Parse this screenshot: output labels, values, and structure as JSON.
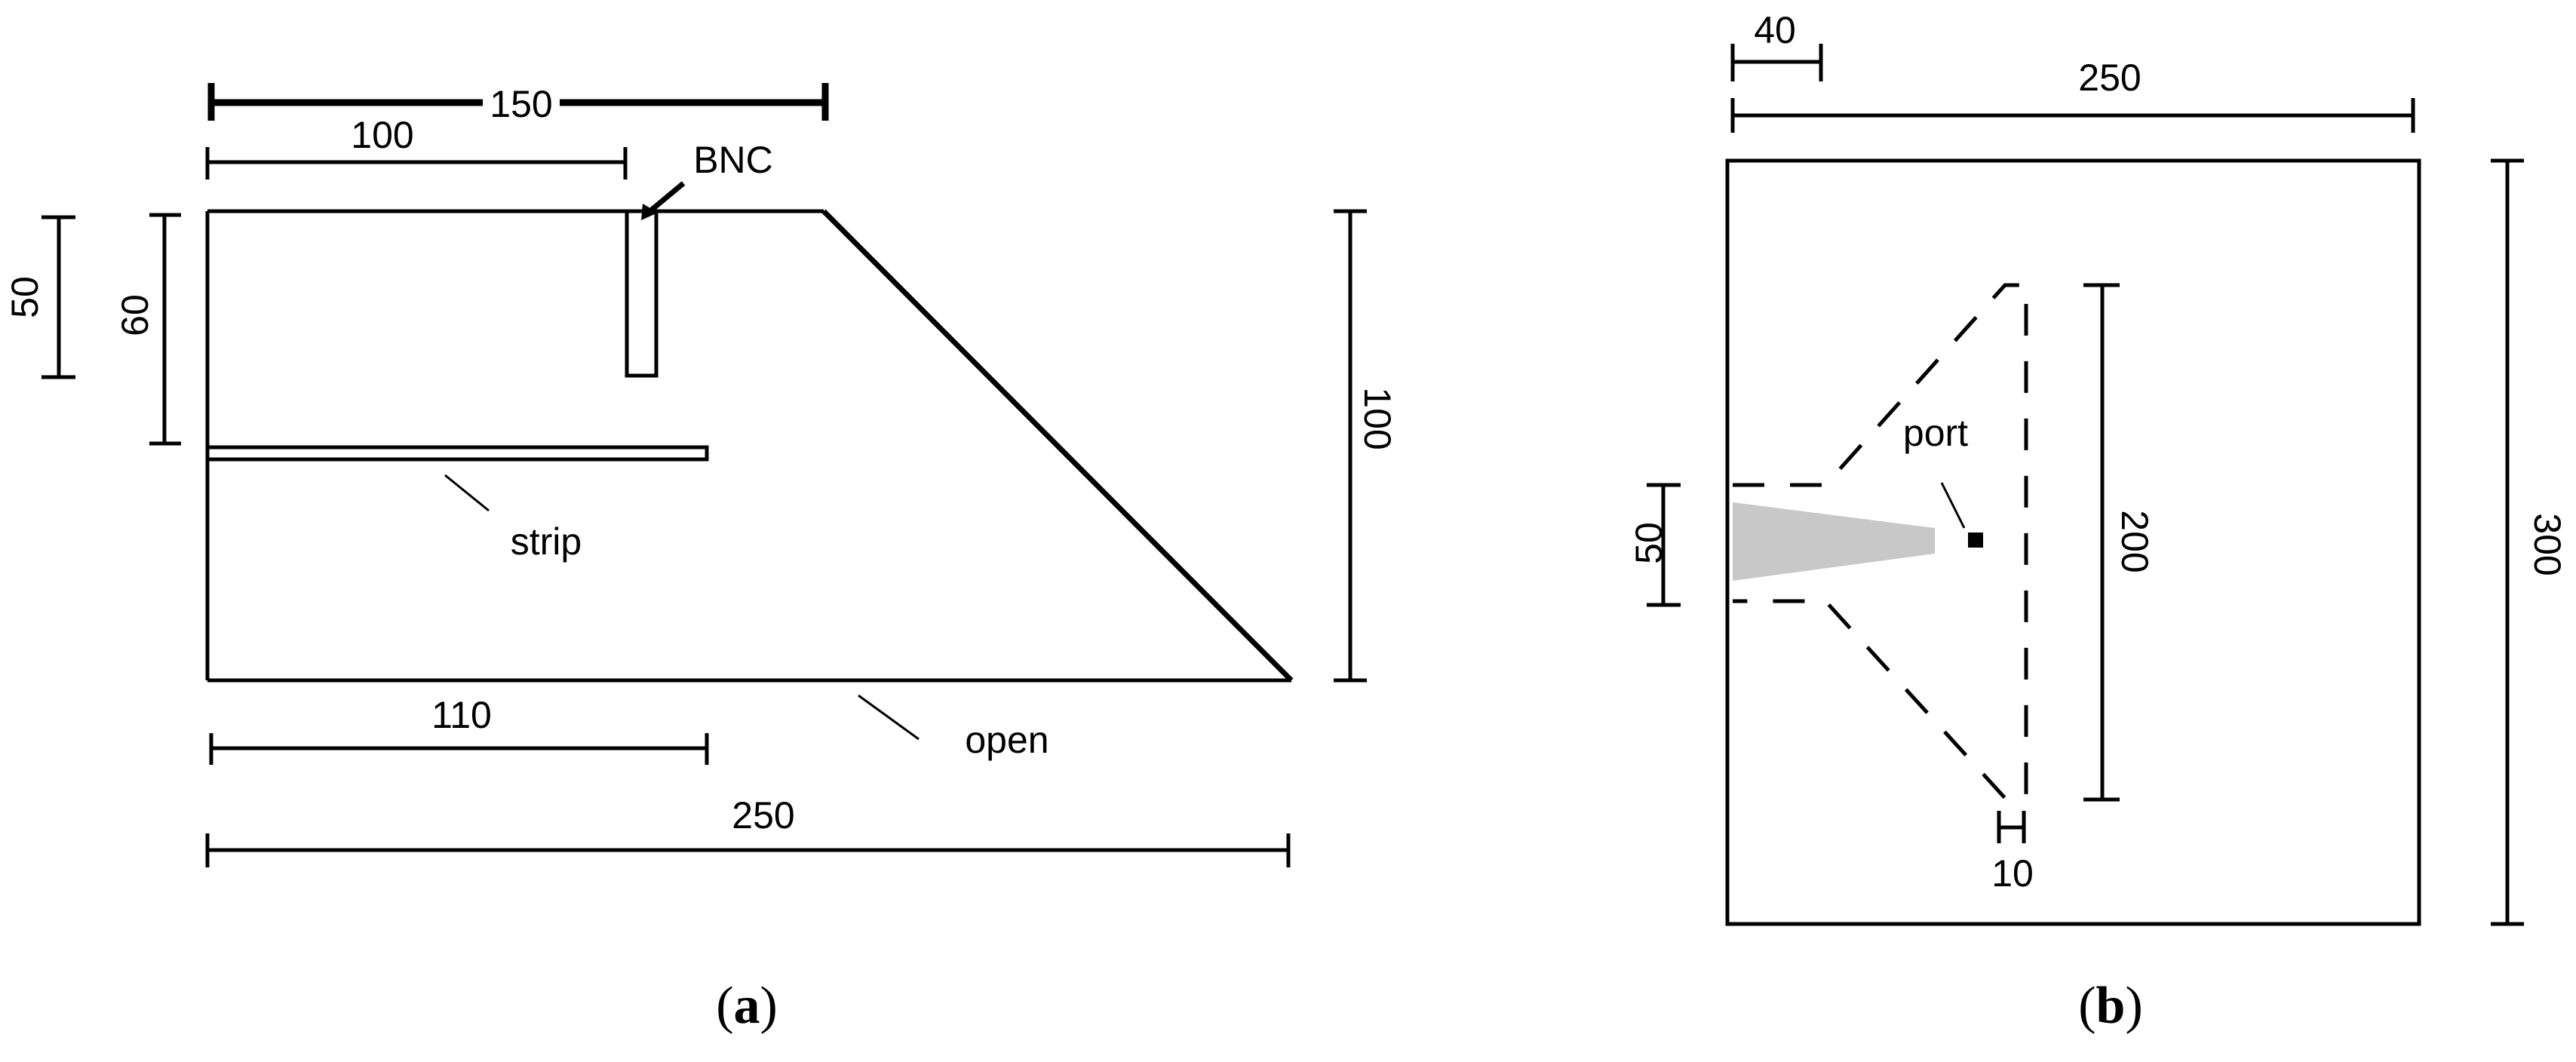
{
  "panel_a": {
    "caption_open": "(",
    "caption_letter": "a",
    "caption_close": ")",
    "dim_150": "150",
    "dim_100_top": "100",
    "label_bnc": "BNC",
    "dim_50": "50",
    "dim_60": "60",
    "dim_100_right": "100",
    "label_strip": "strip",
    "dim_110": "110",
    "label_open": "open",
    "dim_250": "250"
  },
  "panel_b": {
    "caption_open": "(",
    "caption_letter": "b",
    "caption_close": ")",
    "dim_40": "40",
    "dim_250": "250",
    "dim_300": "300",
    "label_port": "port",
    "dim_50": "50",
    "dim_200": "200",
    "dim_10": "10"
  },
  "colors": {
    "line": "#000000",
    "fill_gray": "#c8c8c8",
    "background": "#ffffff"
  }
}
